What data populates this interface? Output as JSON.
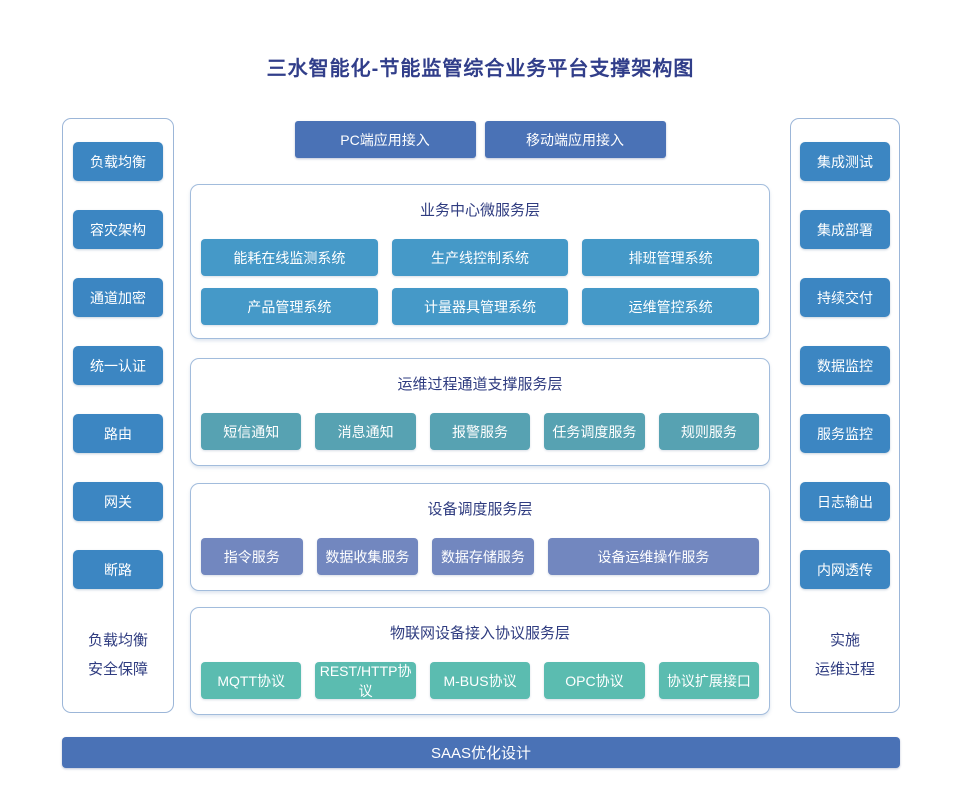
{
  "title": "三水智能化-节能监管综合业务平台支撑架构图",
  "colors": {
    "title_text": "#313e8a",
    "side_button": "#3c86c2",
    "access_button": "#4a72b6",
    "layer1_box": "#4599c8",
    "layer2_box": "#57a2b2",
    "layer3_box": "#7287bf",
    "layer4_box": "#5bbcb0",
    "panel_border": "#9cb6d8",
    "bottom_bar": "#4a72b6"
  },
  "left_panel": {
    "items": [
      "负载均衡",
      "容灾架构",
      "通道加密",
      "统一认证",
      "路由",
      "网关",
      "断路"
    ],
    "caption_line1": "负载均衡",
    "caption_line2": "安全保障"
  },
  "right_panel": {
    "items": [
      "集成测试",
      "集成部署",
      "持续交付",
      "数据监控",
      "服务监控",
      "日志输出",
      "内网透传"
    ],
    "caption_line1": "实施",
    "caption_line2": "运维过程"
  },
  "top_buttons": [
    "PC端应用接入",
    "移动端应用接入"
  ],
  "sections": [
    {
      "title": "业务中心微服务层",
      "rows": [
        [
          "能耗在线监测系统",
          "生产线控制系统",
          "排班管理系统"
        ],
        [
          "产品管理系统",
          "计量器具管理系统",
          "运维管控系统"
        ]
      ]
    },
    {
      "title": "运维过程通道支撑服务层",
      "rows": [
        [
          "短信通知",
          "消息通知",
          "报警服务",
          "任务调度服务",
          "规则服务"
        ]
      ]
    },
    {
      "title": "设备调度服务层",
      "rows": [
        [
          "指令服务",
          "数据收集服务",
          "数据存储服务",
          "设备运维操作服务"
        ]
      ]
    },
    {
      "title": "物联网设备接入协议服务层",
      "rows": [
        [
          "MQTT协议",
          "REST/HTTP协议",
          "M-BUS协议",
          "OPC协议",
          "协议扩展接口"
        ]
      ]
    }
  ],
  "bottom_bar": "SAAS优化设计"
}
